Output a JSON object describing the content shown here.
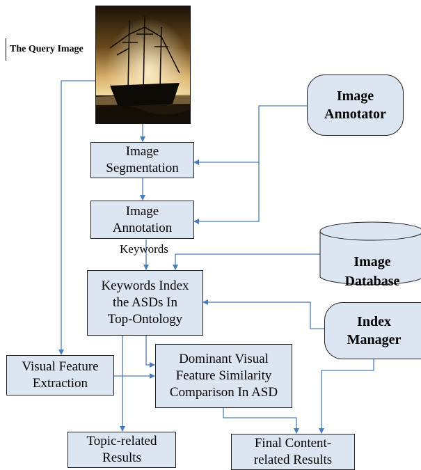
{
  "query_label": "The Query Image",
  "boxes": {
    "segmentation": [
      "Image",
      "Segmentation"
    ],
    "annotation": [
      "Image",
      "Annotation"
    ],
    "keywords_index": [
      "Keywords Index",
      "the ASDs In",
      "Top-Ontology"
    ],
    "visual_feature": [
      "Visual Feature",
      "Extraction"
    ],
    "dominant": [
      "Dominant Visual",
      "Feature Similarity",
      "Comparison In ASD"
    ],
    "topic_results": [
      "Topic-related",
      "Results"
    ],
    "final_results": [
      "Final Content-",
      "related Results"
    ]
  },
  "actors": {
    "annotator": [
      "Image",
      "Annotator"
    ],
    "index_manager": [
      "Index",
      "Manager"
    ]
  },
  "database": [
    "Image",
    "Database"
  ],
  "keywords_label": "Keywords",
  "colors": {
    "box_fill": "#dce6f2",
    "arrow": "#4a7ebb"
  },
  "icons": {
    "query_image": "sailing-ship-photo",
    "database": "cylinder-database-icon"
  }
}
